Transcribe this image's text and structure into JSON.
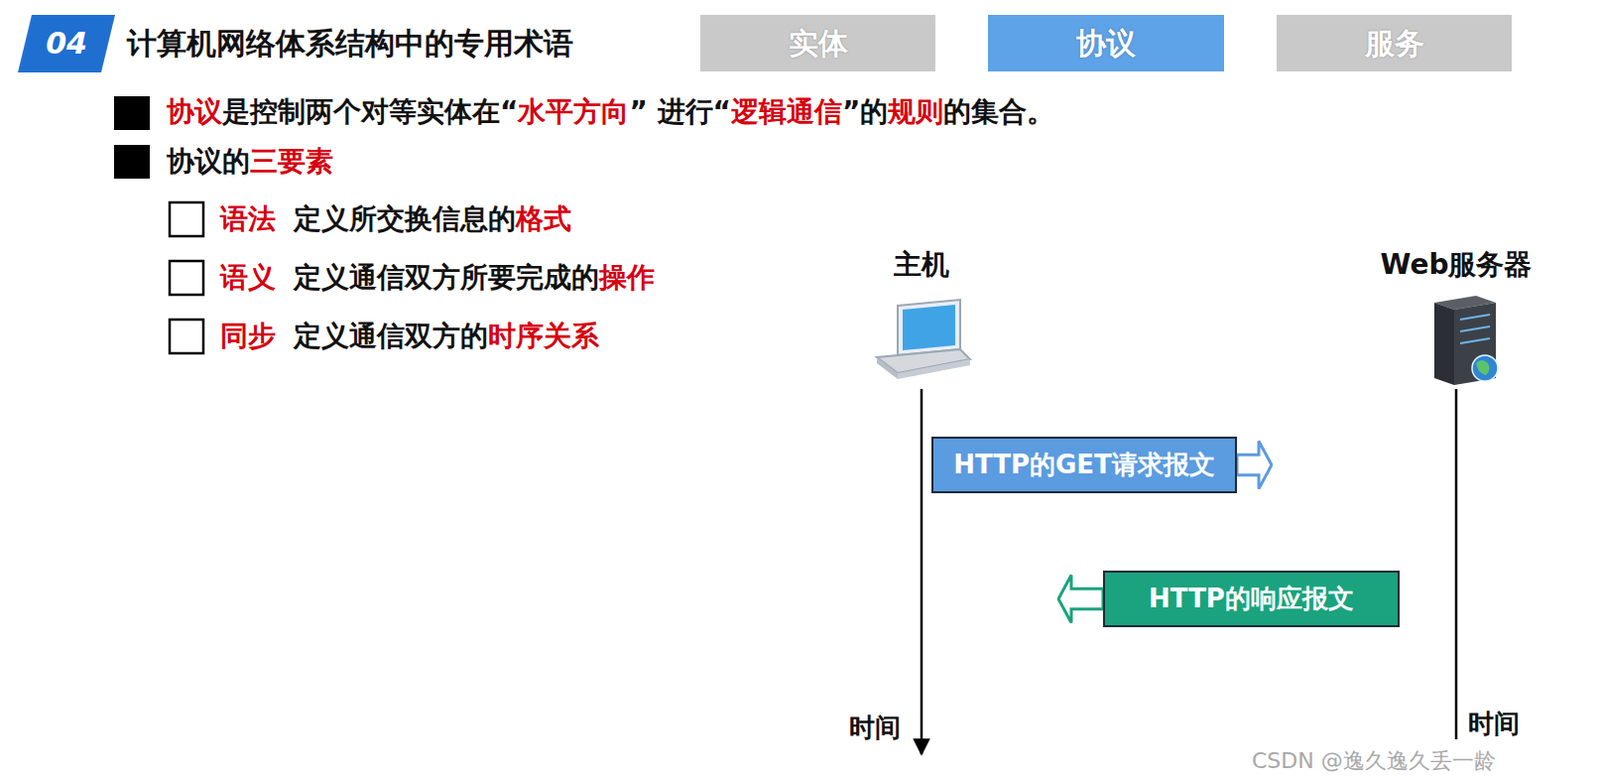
{
  "diagram": {
    "title": "计算机网络体系结构中的专用术语",
    "nodes": [
      {
        "text": [
          "04"
        ]
      },
      {
        "text": [
          "实体"
        ]
      },
      {
        "text": [
          "协议"
        ]
      },
      {
        "text": [
          "服务"
        ]
      },
      {
        "text": [
          "主机"
        ]
      },
      {
        "text": [
          "Web服务器"
        ]
      },
      {
        "text": [
          "HTTP的GET请求报文"
        ]
      },
      {
        "text": [
          "HTTP的响应报文"
        ]
      }
    ],
    "labels": [
      "协议",
      "是控制两个对等实体在“",
      "水平方向",
      "” 进行“",
      "逻辑通信",
      "”的",
      "规则",
      "的集合。",
      "协议的",
      "三要素",
      "语法",
      "定义所交换信息的",
      "格式",
      "语义",
      "定义通信双方所要完成的",
      "操作",
      "同步",
      "定义通信双方的",
      "时序关系",
      "时间",
      "时间",
      "CSDN @逸久逸久丢一龄"
    ]
  }
}
